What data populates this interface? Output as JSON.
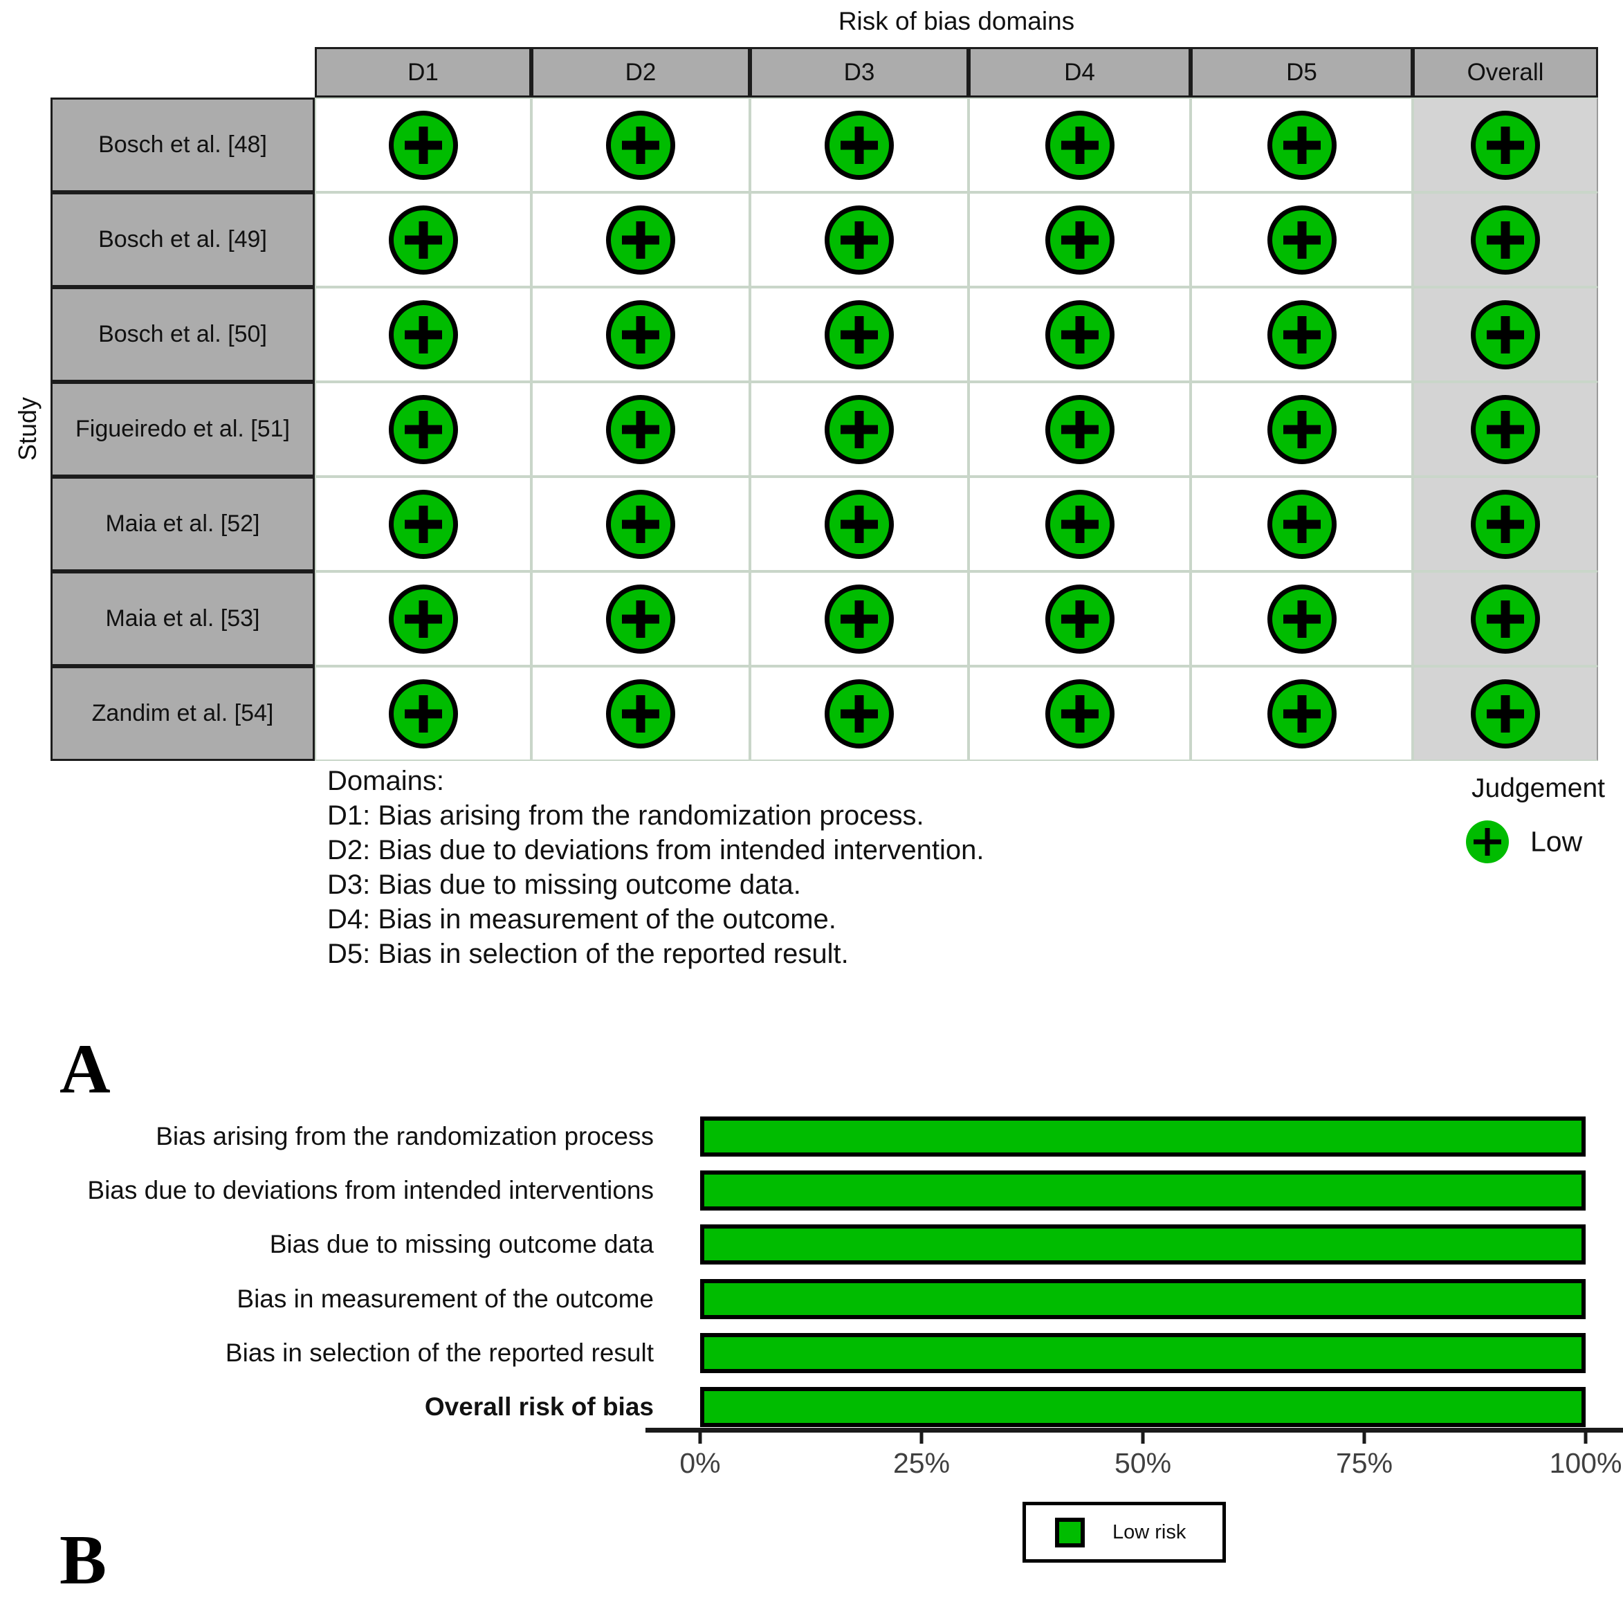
{
  "panel_labels": {
    "a": "A",
    "b": "B"
  },
  "colors": {
    "low_risk_green": "#00BC00",
    "header_gray": "#ACACAC",
    "overall_column_bg": "#D4D4D4",
    "grid_line": "#C9D6C9"
  },
  "chart_data": [
    {
      "type": "table",
      "title": "Risk of bias domains",
      "y_axis_label": "Study",
      "columns": [
        "D1",
        "D2",
        "D3",
        "D4",
        "D5",
        "Overall"
      ],
      "rows": [
        "Bosch et al. [48]",
        "Bosch et al. [49]",
        "Bosch et al. [50]",
        "Figueiredo et al. [51]",
        "Maia et al. [52]",
        "Maia et al. [53]",
        "Zandim et al. [54]"
      ],
      "values": [
        [
          "Low",
          "Low",
          "Low",
          "Low",
          "Low",
          "Low"
        ],
        [
          "Low",
          "Low",
          "Low",
          "Low",
          "Low",
          "Low"
        ],
        [
          "Low",
          "Low",
          "Low",
          "Low",
          "Low",
          "Low"
        ],
        [
          "Low",
          "Low",
          "Low",
          "Low",
          "Low",
          "Low"
        ],
        [
          "Low",
          "Low",
          "Low",
          "Low",
          "Low",
          "Low"
        ],
        [
          "Low",
          "Low",
          "Low",
          "Low",
          "Low",
          "Low"
        ],
        [
          "Low",
          "Low",
          "Low",
          "Low",
          "Low",
          "Low"
        ]
      ],
      "judgement_legend": {
        "title": "Judgement",
        "items": [
          {
            "symbol": "+",
            "label": "Low",
            "color": "#00BC00"
          }
        ]
      },
      "domains_note": [
        "Domains:",
        "D1: Bias arising from the randomization process.",
        "D2: Bias due to deviations from intended intervention.",
        "D3: Bias due to missing outcome data.",
        "D4: Bias in measurement of the outcome.",
        "D5: Bias in selection of the reported result."
      ]
    },
    {
      "type": "bar",
      "orientation": "horizontal",
      "categories": [
        "Bias arising from the randomization process",
        "Bias due to deviations from intended interventions",
        "Bias due to missing outcome data",
        "Bias in measurement of the outcome",
        "Bias in selection of the reported result",
        "Overall risk of bias"
      ],
      "bold_categories": [
        "Overall risk of bias"
      ],
      "series": [
        {
          "name": "Low risk",
          "values": [
            100,
            100,
            100,
            100,
            100,
            100
          ]
        }
      ],
      "xlim": [
        0,
        100
      ],
      "x_tick_labels": [
        "0%",
        "25%",
        "50%",
        "75%",
        "100%"
      ],
      "grid": false,
      "legend": {
        "position": "bottom",
        "items": [
          {
            "label": "Low risk",
            "color": "#00BC00"
          }
        ]
      }
    }
  ]
}
